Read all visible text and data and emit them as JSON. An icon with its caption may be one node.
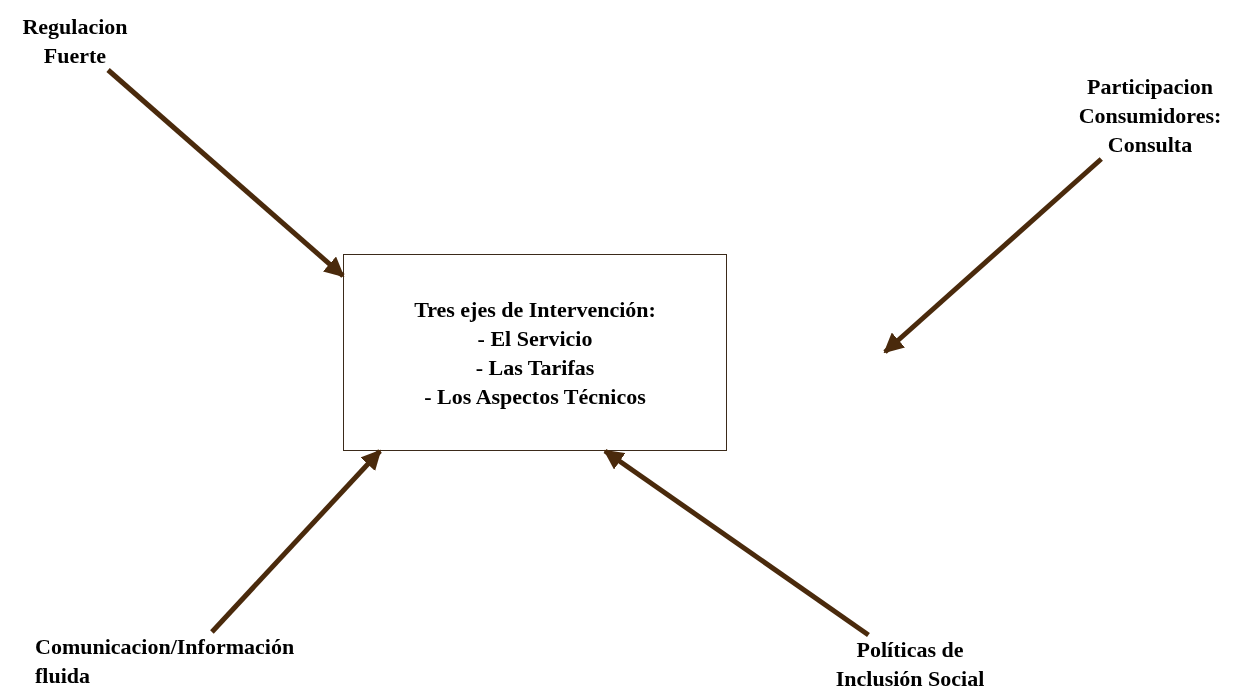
{
  "diagram": {
    "nodes": [
      {
        "text": [
          "Tres ejes de Intervención:",
          "- El Servicio",
          "- Las Tarifas",
          "- Los Aspectos Técnicos"
        ]
      },
      {
        "text": [
          "Regulacion Fuerte"
        ]
      },
      {
        "text": [
          "Participacion Consumidores: Consulta"
        ]
      },
      {
        "text": [
          "Comunicacion/Información fluida"
        ]
      },
      {
        "text": [
          "Políticas de Inclusión Social"
        ]
      }
    ],
    "edges": [
      {
        "from": 1,
        "to": 0,
        "arrow": "to"
      },
      {
        "from": 2,
        "to": null,
        "arrow": "to"
      },
      {
        "from": 3,
        "to": 0,
        "arrow": "to"
      },
      {
        "from": 4,
        "to": 0,
        "arrow": "to"
      }
    ]
  }
}
